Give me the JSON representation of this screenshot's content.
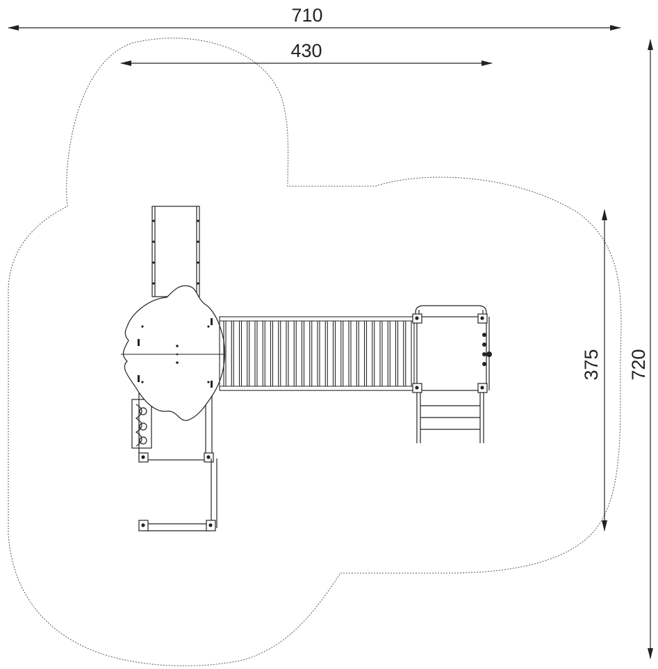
{
  "dimensions": {
    "overall_width": "710",
    "upper_width": "430",
    "overall_depth": "720",
    "lower_depth": "375"
  },
  "colors": {
    "line": "#222222",
    "safety_zone": "#555555",
    "background": "#ffffff"
  }
}
